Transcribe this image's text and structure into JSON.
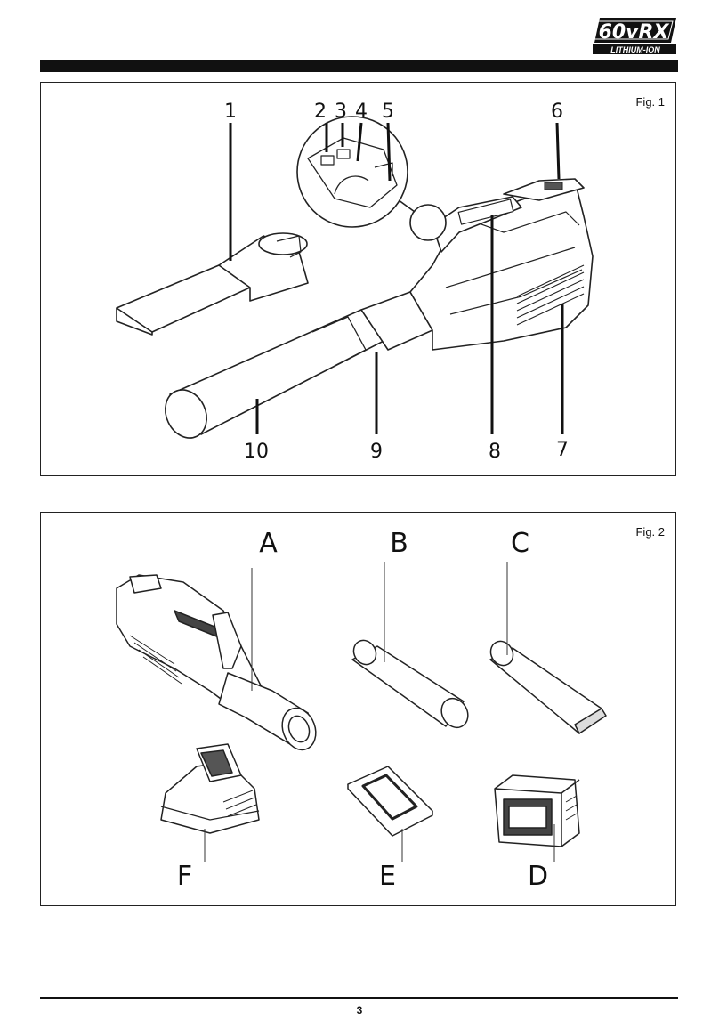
{
  "logo": {
    "model": "60vRX",
    "subtitle": "LITHIUM-ION"
  },
  "figure1": {
    "label": "Fig. 1",
    "callouts": [
      "1",
      "2",
      "3",
      "4",
      "5",
      "6",
      "7",
      "8",
      "9",
      "10"
    ]
  },
  "figure2": {
    "label": "Fig. 2",
    "callouts": [
      "A",
      "B",
      "C",
      "D",
      "E",
      "F"
    ]
  },
  "page_number": "3"
}
